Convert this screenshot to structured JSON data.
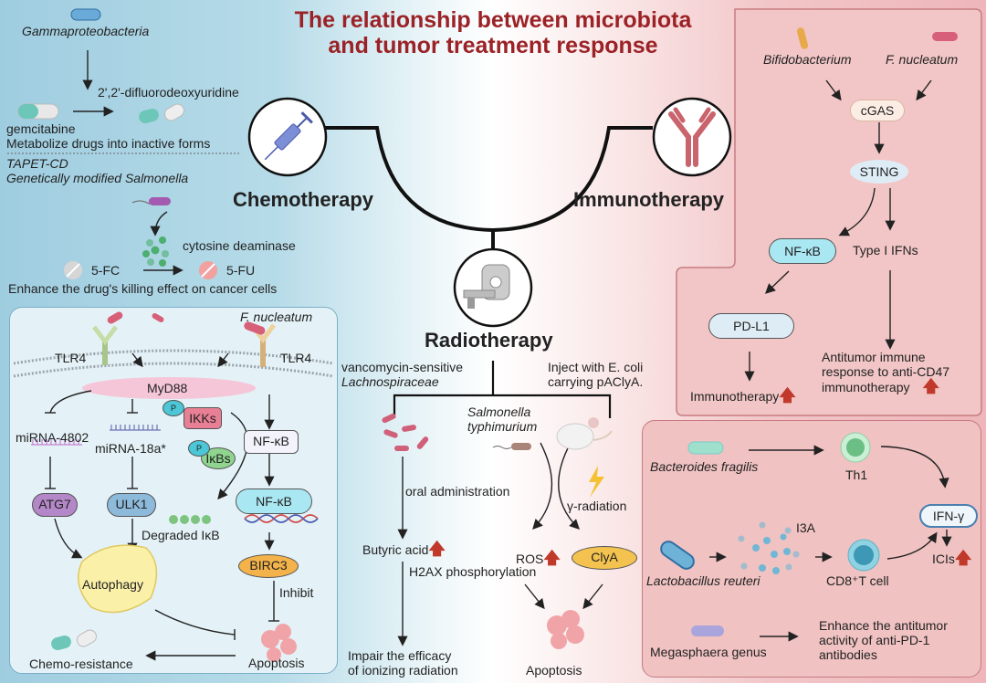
{
  "title": {
    "line1": "The relationship between  microbiota",
    "line2": "and tumor treatment response"
  },
  "colors": {
    "title": "#9b2226",
    "left_bg": "#a8d3e4",
    "right_bg": "#f0c0c3",
    "up_arrow": "#c0392b",
    "nfkb_pill": "#aee6f2",
    "birc3_pill": "#f3b34a",
    "atg7_pill": "#b07cc6",
    "ulk1_pill": "#7fb3d5"
  },
  "hub": {
    "chemotherapy": "Chemotherapy",
    "immunotherapy": "Immunotherapy",
    "radiotherapy": "Radiotherapy",
    "icons": [
      "syringe-icon",
      "antibody-icon",
      "ct-scanner-icon"
    ]
  },
  "chemo": {
    "gamma": "Gammaproteobacteria",
    "difluoro": "2',2'-difluorodeoxyuridine",
    "gemcitabine": "gemcitabine",
    "metabolize": "Metabolize drugs into inactive forms",
    "tapet": "TAPET-CD",
    "salmonella": "Genetically modified Salmonella",
    "cytosine": "cytosine deaminase",
    "fc": "5-FC",
    "fu": "5-FU",
    "enhance": "Enhance the drug's killing effect on cancer cells"
  },
  "fnuc_panel": {
    "title": "F. nucleatum",
    "tlr4_left": "TLR4",
    "tlr4_right": "TLR4",
    "myd88": "MyD88",
    "ikks": "IKKs",
    "ikbs": "IκBs",
    "p": "P",
    "mirna4802": "miRNA-4802",
    "mirna18a": "miRNA-18a*",
    "nfkb1": "NF-κB",
    "nfkb2": "NF-κB",
    "atg7": "ATG7",
    "ulk1": "ULK1",
    "degraded": "Degraded IκB",
    "birc3": "BIRC3",
    "inhibit": "Inhibit",
    "autophagy": "Autophagy",
    "apoptosis": "Apoptosis",
    "chemoresist": "Chemo-resistance"
  },
  "radio": {
    "vanco": "vancomycin-sensitive",
    "lachno": "Lachnospiraceae",
    "inject1": "Inject  with E. coli",
    "inject2": "carrying pAClyA.",
    "salm1": "Salmonella",
    "salm2": "typhimurium",
    "oral": "oral administration",
    "gamma_rad": "γ-radiation",
    "butyric": "Butyric acid",
    "ros": "ROS",
    "clya": "ClyA",
    "h2ax": "H2AX phosphorylation",
    "impair1": "Impair the efficacy",
    "impair2": "of  ionizing radiation",
    "apoptosis": "Apoptosis"
  },
  "immuno_top": {
    "bifido": "Bifidobacterium",
    "fnuc": "F. nucleatum",
    "cgas": "cGAS",
    "sting": "STING",
    "nfkb": "NF-κB",
    "type1": "Type I IFNs",
    "pdl1": "PD-L1",
    "immunotherapy": "Immunotherapy",
    "antitumor1": "Antitumor immune",
    "antitumor2": "response to anti-CD47",
    "antitumor3": "immunotherapy"
  },
  "immuno_bottom": {
    "bfrag": "Bacteroides fragilis",
    "th1": "Th1",
    "ifng": "IFN-γ",
    "i3a": "I3A",
    "lacto": "Lactobacillus reuteri",
    "cd8": "CD8⁺T cell",
    "icis": "ICIs",
    "mega": "Megasphaera genus",
    "enh1": "Enhance the antitumor",
    "enh2": "activity of anti-PD-1",
    "enh3": "antibodies"
  },
  "up_arrow_glyph": "🡅"
}
